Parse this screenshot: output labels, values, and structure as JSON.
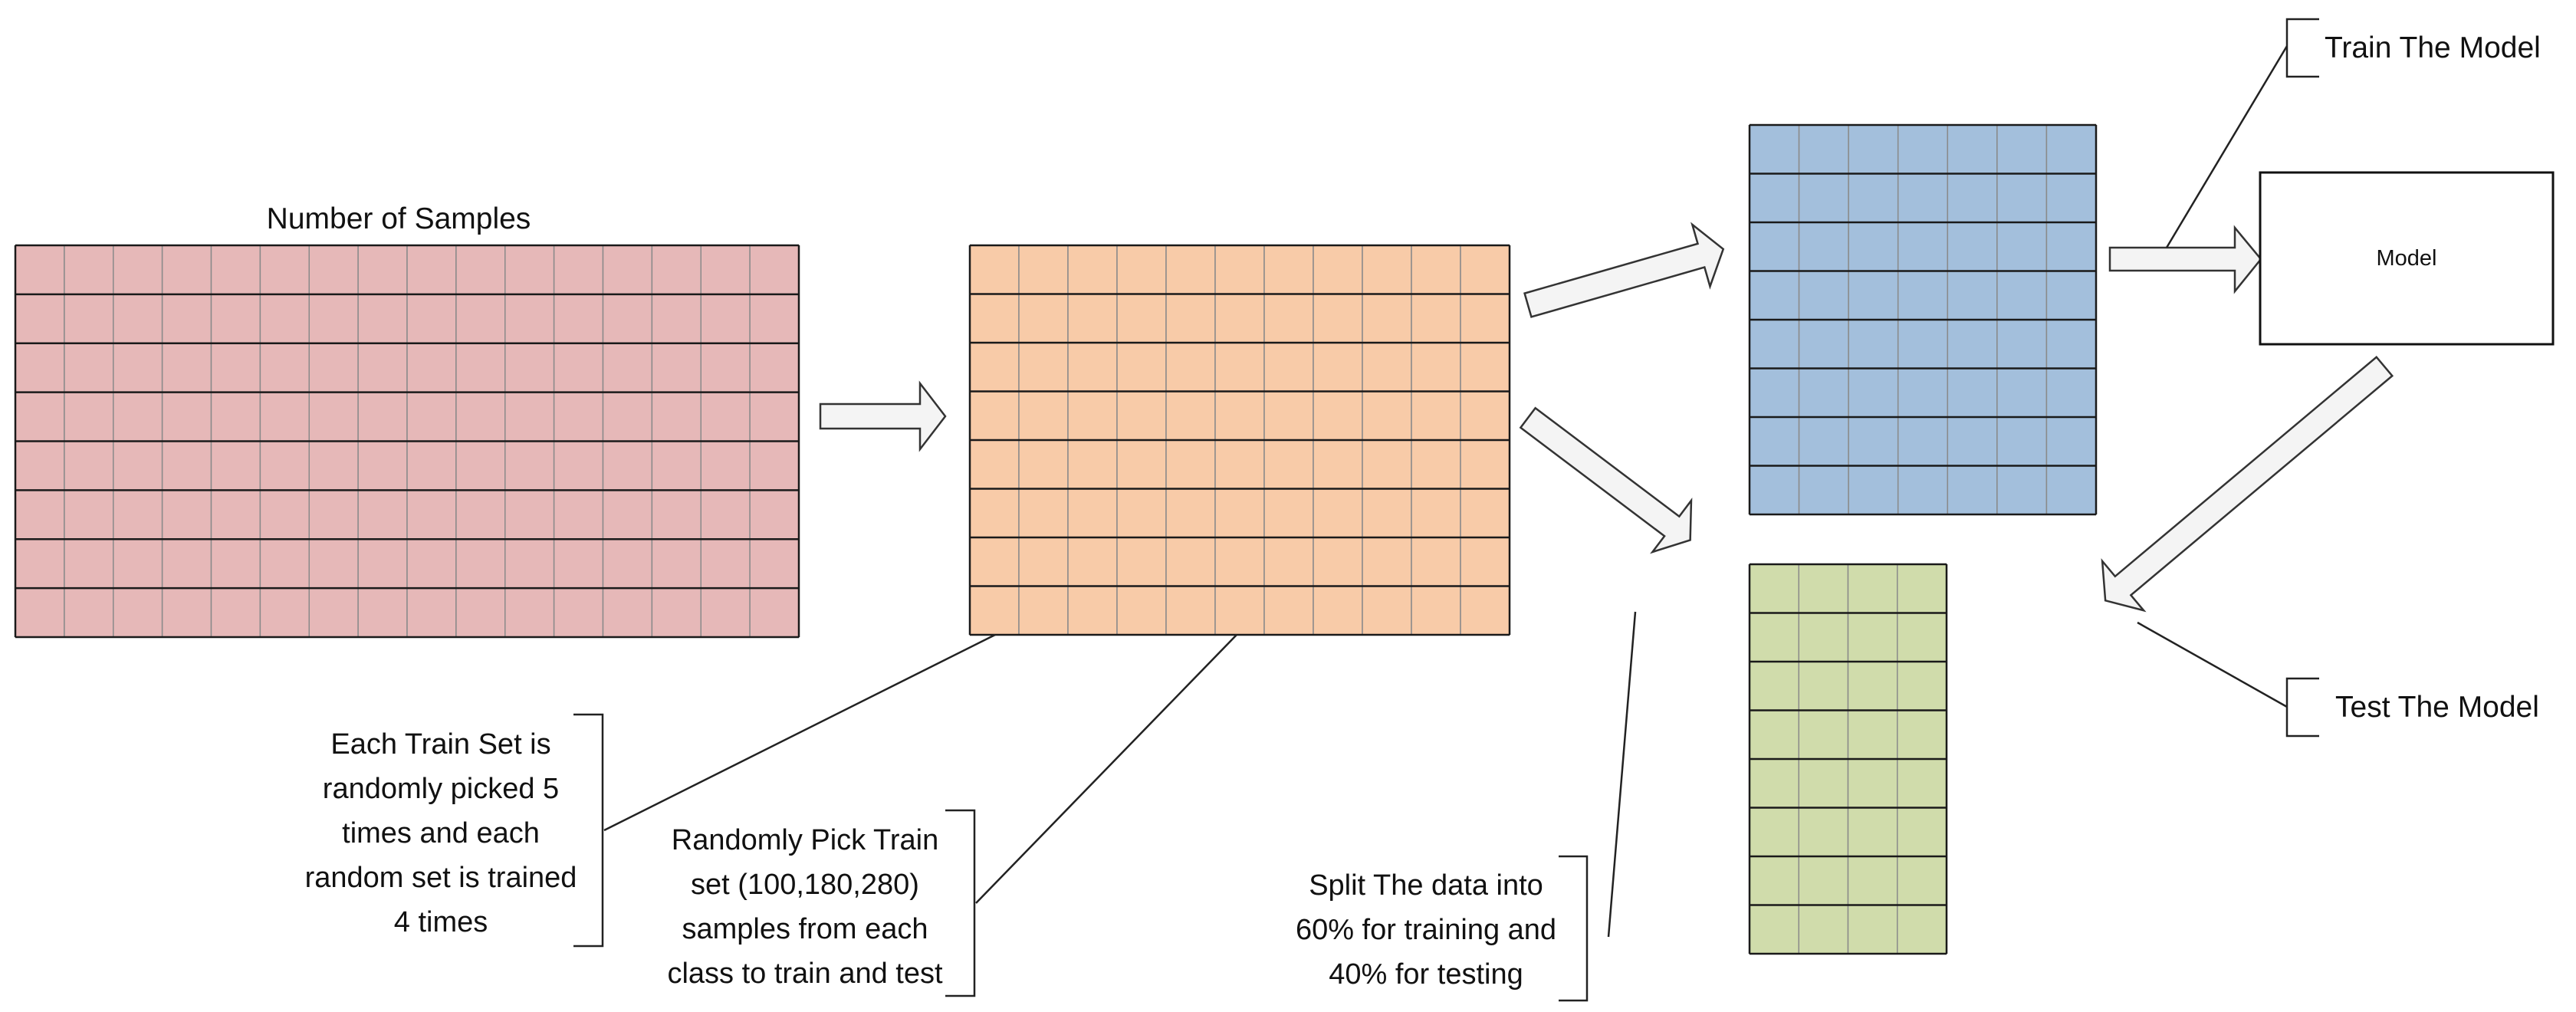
{
  "title": "Number of Samples",
  "grids": {
    "samples": {
      "rows": 8,
      "cols": 16,
      "fill": "#e6b8b8",
      "border": "#1a1a1a"
    },
    "selected": {
      "rows": 8,
      "cols": 11,
      "fill": "#f8cba8",
      "border": "#1a1a1a"
    },
    "train": {
      "rows": 8,
      "cols": 7,
      "fill": "#a3bfdc",
      "border": "#1a1a1a"
    },
    "test": {
      "rows": 8,
      "cols": 4,
      "fill": "#d0dcab",
      "border": "#1a1a1a"
    }
  },
  "model_label": "Model",
  "train_model_label": "Train The Model",
  "test_model_label": "Test The Model",
  "annotations": {
    "each_train_set": [
      "Each Train Set is",
      "randomly picked 5",
      "times and each",
      "random set is trained",
      "4 times"
    ],
    "randomly_pick": [
      "Randomly Pick Train",
      "set (100,180,280)",
      "samples from each",
      "class to train and test"
    ],
    "split": [
      "Split The data into",
      "60% for training and",
      "40% for testing"
    ]
  },
  "colors": {
    "arrow_fill": "#f4f4f4",
    "arrow_stroke": "#333333",
    "line": "#222222"
  }
}
